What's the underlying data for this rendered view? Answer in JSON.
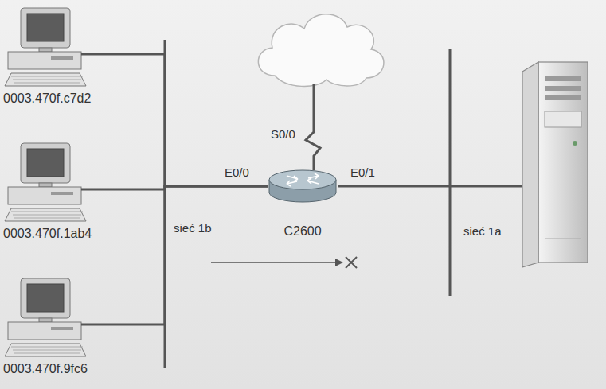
{
  "diagram": {
    "nodes": [
      {
        "text": [
          "0003.470f.c7d2"
        ]
      },
      {
        "text": [
          "0003.470f.1ab4"
        ]
      },
      {
        "text": [
          "0003.470f.9fc6"
        ]
      },
      {
        "text": [
          "C2600"
        ]
      }
    ],
    "edges": [
      {
        "from": 0,
        "to": 3,
        "arrow": "none"
      },
      {
        "from": 1,
        "to": 3,
        "arrow": "none"
      },
      {
        "from": 2,
        "to": 3,
        "arrow": "none"
      }
    ],
    "labels": [
      "S0/0",
      "E0/0",
      "E0/1",
      "sieć 1b",
      "sieć 1a"
    ]
  }
}
